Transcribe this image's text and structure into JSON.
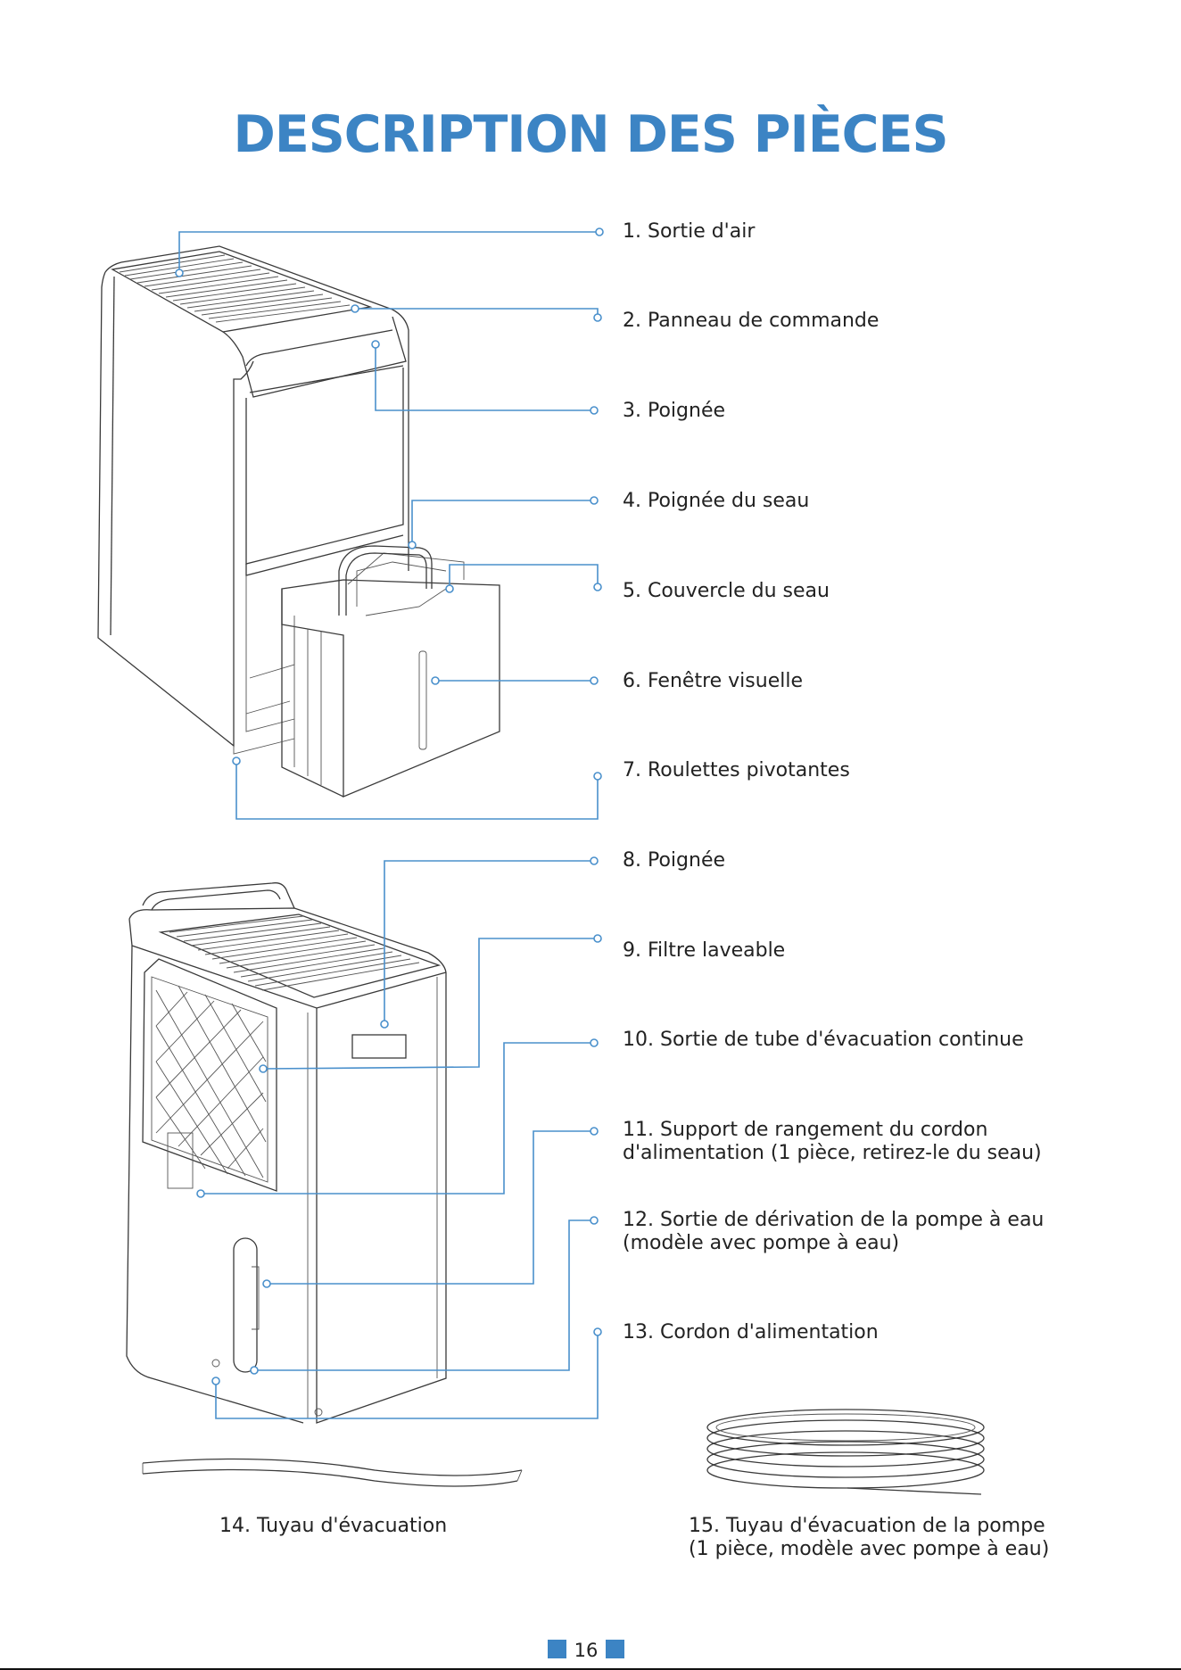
{
  "page": {
    "title": "DESCRIPTION DES PIÈCES",
    "page_number": "16",
    "accent_color": "#3c84c4",
    "line_color": "#4a90cc"
  },
  "parts": [
    {
      "lines": [
        "1. Sortie d'air"
      ]
    },
    {
      "lines": [
        "2. Panneau de commande"
      ]
    },
    {
      "lines": [
        "3. Poignée"
      ]
    },
    {
      "lines": [
        "4. Poignée du seau"
      ]
    },
    {
      "lines": [
        "5. Couvercle du seau"
      ]
    },
    {
      "lines": [
        "6. Fenêtre visuelle"
      ]
    },
    {
      "lines": [
        "7. Roulettes pivotantes"
      ]
    },
    {
      "lines": [
        "8. Poignée"
      ]
    },
    {
      "lines": [
        "9. Filtre laveable"
      ]
    },
    {
      "lines": [
        "10. Sortie de tube d'évacuation continue"
      ]
    },
    {
      "lines": [
        "11. Support de rangement du cordon",
        "d'alimentation (1 pièce, retirez-le du seau)"
      ]
    },
    {
      "lines": [
        "12. Sortie de dérivation de la pompe à eau",
        "(modèle avec pompe à eau)"
      ]
    },
    {
      "lines": [
        "13. Cordon d'alimentation"
      ]
    }
  ],
  "accessories": [
    {
      "lines": [
        "14. Tuyau d'évacuation"
      ]
    },
    {
      "lines": [
        "15. Tuyau d'évacuation de la pompe",
        "(1 pièce, modèle avec pompe à eau)"
      ]
    }
  ]
}
